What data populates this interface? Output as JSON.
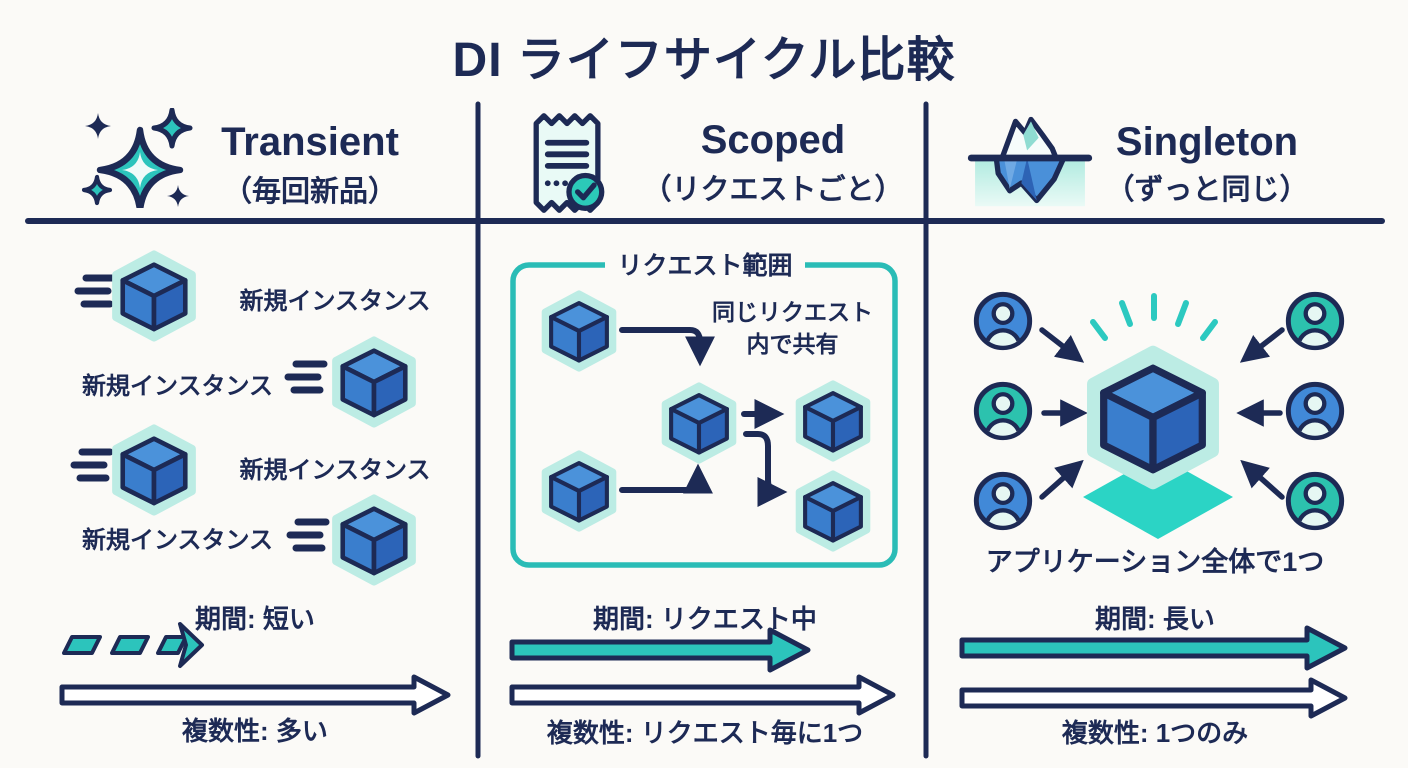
{
  "title": "DI ライフサイクル比較",
  "colors": {
    "navy": "#1d2a55",
    "teal": "#2cc4bc",
    "mint": "#bcece4",
    "cube_top": "#4b92da",
    "cube_left": "#3a7ecd",
    "cube_right": "#2c64b8",
    "user_blue": "#4189d8",
    "user_teal": "#2cc2ae",
    "background": "#fbfaf7"
  },
  "icons": {
    "transient": "sparkles-icon",
    "scoped": "receipt-check-icon",
    "singleton": "iceberg-icon",
    "instance": "cube-icon",
    "consumer": "user-icon"
  },
  "columns": {
    "transient": {
      "name": "Transient",
      "subtitle": "（毎回新品）",
      "instance_labels": [
        "新規インスタンス",
        "新規インスタンス",
        "新規インスタンス",
        "新規インスタンス"
      ],
      "duration": "期間: 短い",
      "multiplicity": "複数性: 多い"
    },
    "scoped": {
      "name": "Scoped",
      "subtitle": "（リクエストごと）",
      "scope_label": "リクエスト範囲",
      "share_note_line1": "同じリクエスト",
      "share_note_line2": "内で共有",
      "duration": "期間: リクエスト中",
      "multiplicity": "複数性: リクエスト毎に1つ"
    },
    "singleton": {
      "name": "Singleton",
      "subtitle": "（ずっと同じ）",
      "note": "アプリケーション全体で1つ",
      "duration": "期間: 長い",
      "multiplicity": "複数性: 1つのみ"
    }
  }
}
